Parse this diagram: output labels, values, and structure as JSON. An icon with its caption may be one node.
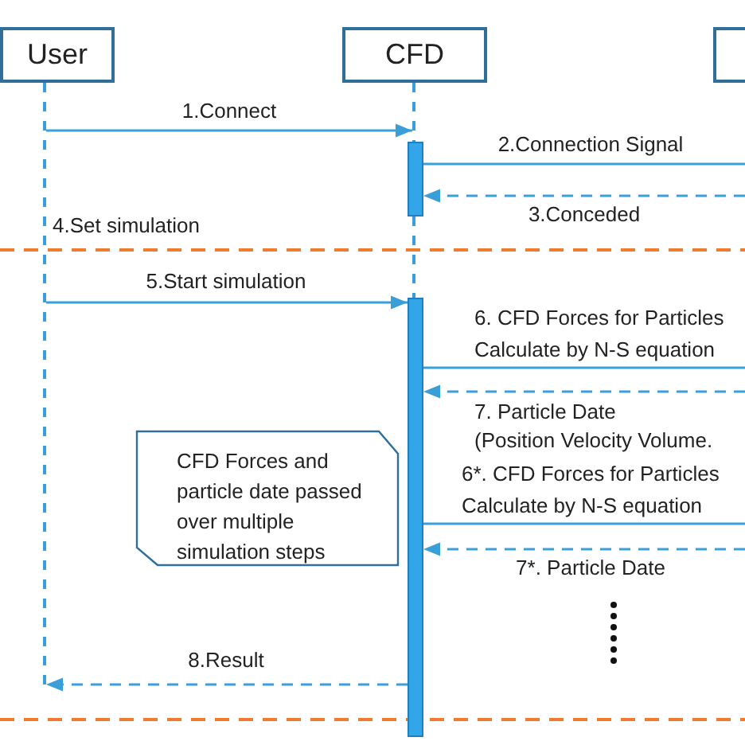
{
  "diagram": {
    "nodes": [
      {
        "text": [
          "User"
        ]
      },
      {
        "text": [
          "CFD"
        ]
      },
      {
        "text": [],
        "shape": "box"
      },
      {
        "text": [],
        "shape": "line"
      },
      {
        "text": [],
        "shape": "line"
      },
      {
        "text": [],
        "shape": "line"
      },
      {
        "text": [],
        "shape": "bar"
      },
      {
        "text": [],
        "shape": "bar"
      },
      {
        "text": [
          "CFD Forces and particle date passed over multiple simulation steps"
        ]
      }
    ],
    "edges": [
      {
        "from": 3,
        "to": 4,
        "arrow": "to",
        "label": "1.Connect"
      },
      {
        "from": 6,
        "to": null,
        "arrow": "none",
        "label": "2.Connection Signal"
      },
      {
        "from": null,
        "to": 6,
        "arrow": "to",
        "label": "3.Conceded",
        "style": "dashed"
      },
      {
        "from": 3,
        "to": 7,
        "arrow": "to",
        "label": "5.Start simulation"
      },
      {
        "from": 7,
        "to": null,
        "arrow": "none",
        "label": "6. CFD Forces for Particles Calculate by N-S equation"
      },
      {
        "from": null,
        "to": 7,
        "arrow": "to",
        "label": "7. Particle Date",
        "style": "dashed"
      },
      {
        "from": 7,
        "to": null,
        "arrow": "none",
        "label": "6*. CFD Forces for Particles Calculate by N-S equation"
      },
      {
        "from": null,
        "to": 7,
        "arrow": "to",
        "label": "7*. Particle Date",
        "style": "dashed"
      },
      {
        "from": 7,
        "to": 3,
        "arrow": "to",
        "label": "8.Result",
        "style": "dashed"
      }
    ],
    "labels": [
      "4.Set simulation",
      "(Position Velocity Volume."
    ]
  }
}
